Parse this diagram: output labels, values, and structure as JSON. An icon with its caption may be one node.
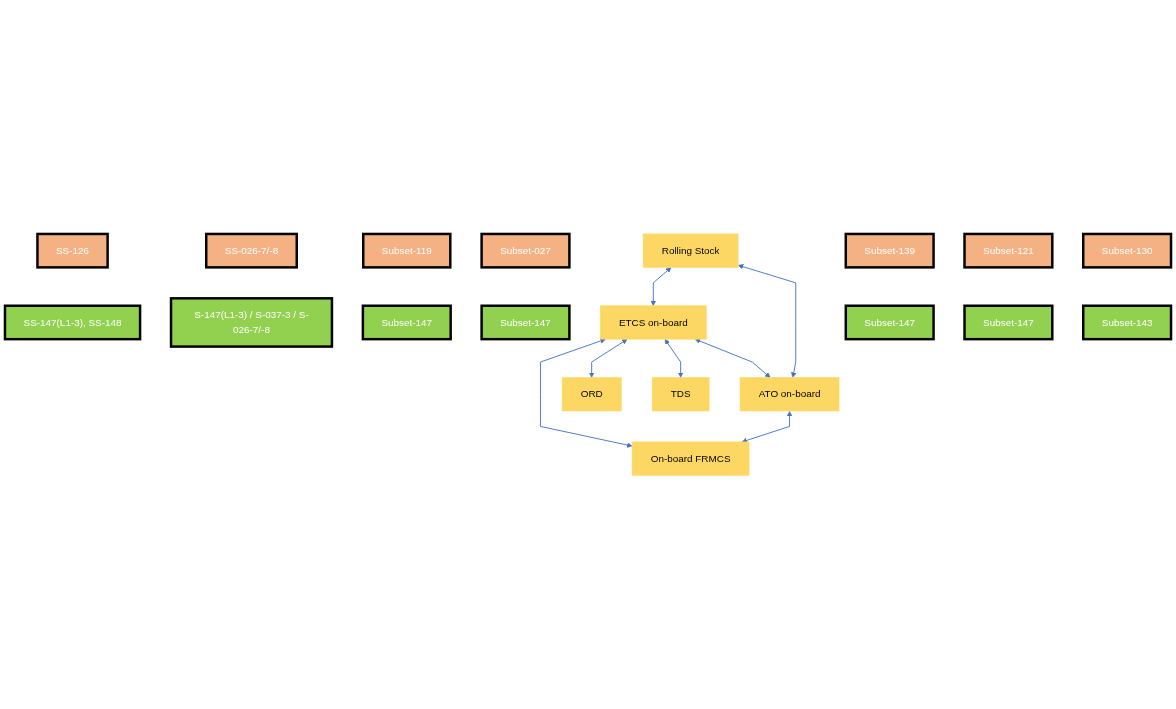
{
  "diagram": {
    "nodes": [
      {
        "text": [
          "SS-126"
        ]
      },
      {
        "text": [
          "On-board FRMCS"
        ]
      },
      {
        "text": [
          "SS-147(L1-3), SS-148"
        ]
      },
      {
        "text": [
          "SS-026-7/-8"
        ]
      },
      {
        "text": [
          "S-147(L1-3) / S-037-3 / S-026-7/-8"
        ]
      },
      {
        "text": [
          "Rolling Stock"
        ]
      },
      {
        "text": [
          "Subset-119"
        ]
      },
      {
        "text": [
          "ETCS on-board"
        ]
      },
      {
        "text": [
          "Subset-027"
        ]
      },
      {
        "text": [
          "ORD"
        ]
      },
      {
        "text": [
          "Subset-147"
        ]
      },
      {
        "text": [
          "Subset-147"
        ]
      },
      {
        "text": [
          "Subset-139"
        ]
      },
      {
        "text": [
          "Subset-121"
        ]
      },
      {
        "text": [
          "Subset-147"
        ]
      },
      {
        "text": [
          "Subset-147"
        ]
      },
      {
        "text": [
          "Subset-130"
        ]
      },
      {
        "text": [
          "ATO on-board"
        ]
      },
      {
        "text": [
          "TDS"
        ]
      },
      {
        "text": [
          "Subset-143"
        ]
      }
    ],
    "edges": [
      {
        "from": 17,
        "to": 1,
        "arrow": "both"
      },
      {
        "from": 7,
        "to": 1,
        "arrow": "both"
      },
      {
        "from": 5,
        "to": 7,
        "arrow": "both"
      },
      {
        "from": 7,
        "to": 9,
        "arrow": "both"
      },
      {
        "from": 5,
        "to": 17,
        "arrow": "both"
      },
      {
        "from": 7,
        "to": 18,
        "arrow": "both"
      },
      {
        "from": 7,
        "to": 17,
        "arrow": "both"
      }
    ]
  }
}
